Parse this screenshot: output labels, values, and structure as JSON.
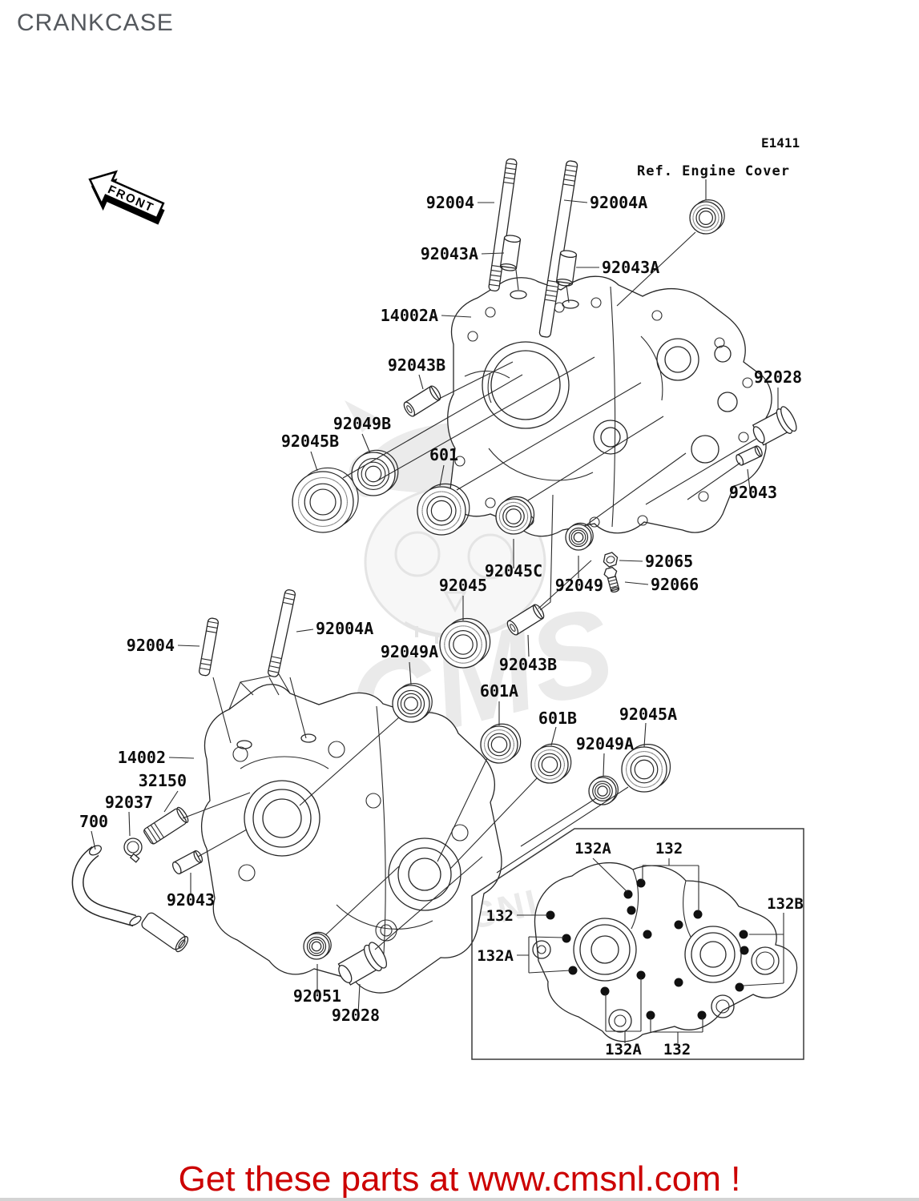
{
  "page": {
    "title": "CRANKCASE",
    "diagram_code": "E1411",
    "ref_note": "Ref. Engine Cover",
    "front_marker": "FRONT",
    "footer_text": "Get these parts at www.cmsnl.com !",
    "watermark_main": "CMS",
    "watermark_sub": "WWW.CMSNL.COM",
    "colors": {
      "line": "#262626",
      "label": "#0d0d0d",
      "title_gray": "#55595e",
      "footer_red": "#cc0000",
      "watermark_gray": "#ebebeb",
      "background": "#ffffff"
    }
  },
  "labels": [
    {
      "part": "92004"
    },
    {
      "part": "92004A"
    },
    {
      "part": "92043A"
    },
    {
      "part": "92043A"
    },
    {
      "part": "14002A"
    },
    {
      "part": "92043B"
    },
    {
      "part": "92028"
    },
    {
      "part": "92049B"
    },
    {
      "part": "92045B"
    },
    {
      "part": "601"
    },
    {
      "part": "92043"
    },
    {
      "part": "92065"
    },
    {
      "part": "92045C"
    },
    {
      "part": "92049"
    },
    {
      "part": "92066"
    },
    {
      "part": "92045"
    },
    {
      "part": "92004A"
    },
    {
      "part": "92004"
    },
    {
      "part": "92049A"
    },
    {
      "part": "92043B"
    },
    {
      "part": "601A"
    },
    {
      "part": "601B"
    },
    {
      "part": "92045A"
    },
    {
      "part": "92049A"
    },
    {
      "part": "14002"
    },
    {
      "part": "32150"
    },
    {
      "part": "92037"
    },
    {
      "part": "700"
    },
    {
      "part": "92043"
    },
    {
      "part": "92051"
    },
    {
      "part": "92028"
    },
    {
      "part": "132A"
    },
    {
      "part": "132"
    },
    {
      "part": "132B"
    },
    {
      "part": "132"
    },
    {
      "part": "132A"
    },
    {
      "part": "132A"
    },
    {
      "part": "132"
    }
  ]
}
